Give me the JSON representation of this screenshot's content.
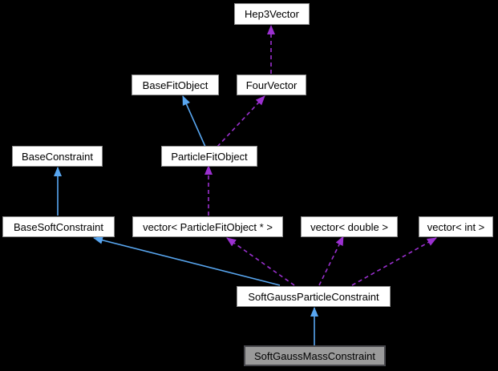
{
  "diagram": {
    "kind": "class-collaboration-graph",
    "highlighted_node": "SoftGaussMassConstraint"
  },
  "colors": {
    "background": "#000000",
    "node_fill": "#ffffff",
    "node_border": "#8f8f8f",
    "node_text": "#000000",
    "highlight_fill": "#9a9a9a",
    "highlight_border": "#47474c",
    "inheritance_edge": "#58a6f0",
    "usage_edge": "#9b30d0"
  },
  "nodes": [
    {
      "label": "Hep3Vector"
    },
    {
      "label": "BaseFitObject"
    },
    {
      "label": "FourVector"
    },
    {
      "label": "BaseConstraint"
    },
    {
      "label": "ParticleFitObject"
    },
    {
      "label": "BaseSoftConstraint"
    },
    {
      "label": "vector< ParticleFitObject * >"
    },
    {
      "label": "vector< double >"
    },
    {
      "label": "vector< int >"
    },
    {
      "label": "SoftGaussParticleConstraint"
    },
    {
      "label": "SoftGaussMassConstraint",
      "highlighted": true
    }
  ],
  "edges": [
    {
      "from": "FourVector",
      "to": "Hep3Vector",
      "type": "usage",
      "style": "dashed"
    },
    {
      "from": "ParticleFitObject",
      "to": "BaseFitObject",
      "type": "inheritance",
      "style": "solid"
    },
    {
      "from": "ParticleFitObject",
      "to": "FourVector",
      "type": "usage",
      "style": "dashed"
    },
    {
      "from": "BaseSoftConstraint",
      "to": "BaseConstraint",
      "type": "inheritance",
      "style": "solid"
    },
    {
      "from": "vector< ParticleFitObject * >",
      "to": "ParticleFitObject",
      "type": "usage",
      "style": "dashed"
    },
    {
      "from": "SoftGaussParticleConstraint",
      "to": "BaseSoftConstraint",
      "type": "inheritance",
      "style": "solid"
    },
    {
      "from": "SoftGaussParticleConstraint",
      "to": "vector< ParticleFitObject * >",
      "type": "usage",
      "style": "dashed"
    },
    {
      "from": "SoftGaussParticleConstraint",
      "to": "vector< double >",
      "type": "usage",
      "style": "dashed"
    },
    {
      "from": "SoftGaussParticleConstraint",
      "to": "vector< int >",
      "type": "usage",
      "style": "dashed"
    },
    {
      "from": "SoftGaussMassConstraint",
      "to": "SoftGaussParticleConstraint",
      "type": "inheritance",
      "style": "solid"
    }
  ]
}
